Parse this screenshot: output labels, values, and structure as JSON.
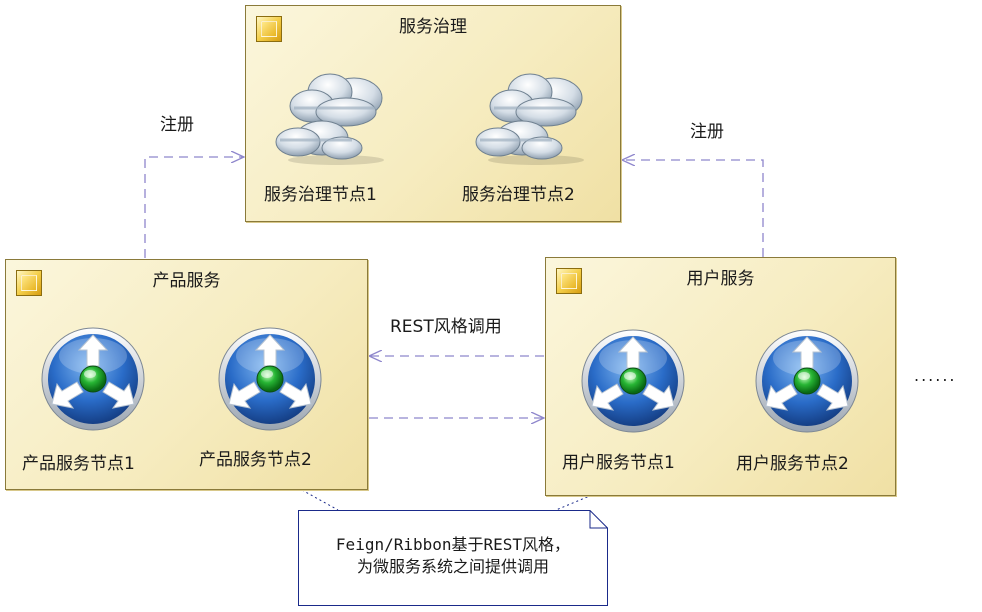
{
  "governance": {
    "title": "服务治理",
    "node1": "服务治理节点1",
    "node2": "服务治理节点2",
    "icon1": "cloud-icon",
    "icon2": "cloud-icon"
  },
  "product": {
    "title": "产品服务",
    "node1": "产品服务节点1",
    "node2": "产品服务节点2",
    "icon": "service-node-icon"
  },
  "user": {
    "title": "用户服务",
    "node1": "用户服务节点1",
    "node2": "用户服务节点2",
    "icon": "service-node-icon"
  },
  "edges": {
    "register_left": "注册",
    "register_right": "注册",
    "rest_call": "REST风格调用"
  },
  "note": {
    "line1": "Feign/Ribbon基于REST风格，",
    "line2": "为微服务系统之间提供调用"
  },
  "more": "......",
  "colors": {
    "box_fill": "#f6ecc0",
    "box_border": "#8a7a3a",
    "edge": "#8e86cc",
    "note_border": "#1a2a8a"
  }
}
